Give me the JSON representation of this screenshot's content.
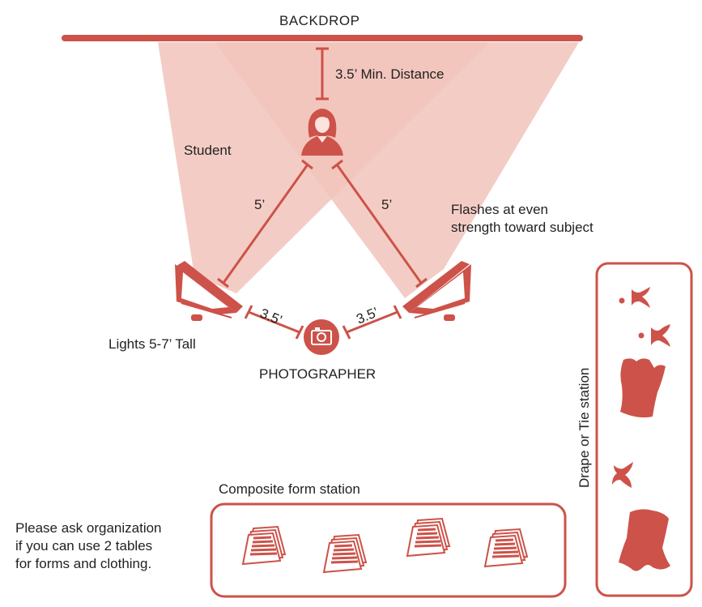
{
  "colors": {
    "accent": "#cd5249",
    "beam": "#f1c4bb",
    "beam_overlap": "#e7a295",
    "text": "#231f20"
  },
  "labels": {
    "backdrop": "BACKDROP",
    "min_distance": "3.5’ Min. Distance",
    "student": "Student",
    "left_light_distance": "5’",
    "right_light_distance": "5’",
    "flashes": [
      "Flashes at even",
      "strength toward subject"
    ],
    "left_photographer_distance": "3.5’",
    "right_photographer_distance": "3.5’",
    "lights_height": "Lights 5-7’ Tall",
    "photographer": "PHOTOGRAPHER",
    "drape_station": "Drape or Tie station",
    "composite_station": "Composite form station",
    "note": [
      "Please ask organization",
      "if you can use 2 tables",
      "for forms and clothing."
    ]
  },
  "icons": {
    "student": "student-icon",
    "camera": "camera-icon",
    "light": "softbox-light-icon",
    "forms": "form-stack-icon",
    "bow_tie": "bow-tie-icon",
    "drape": "drape-icon"
  }
}
